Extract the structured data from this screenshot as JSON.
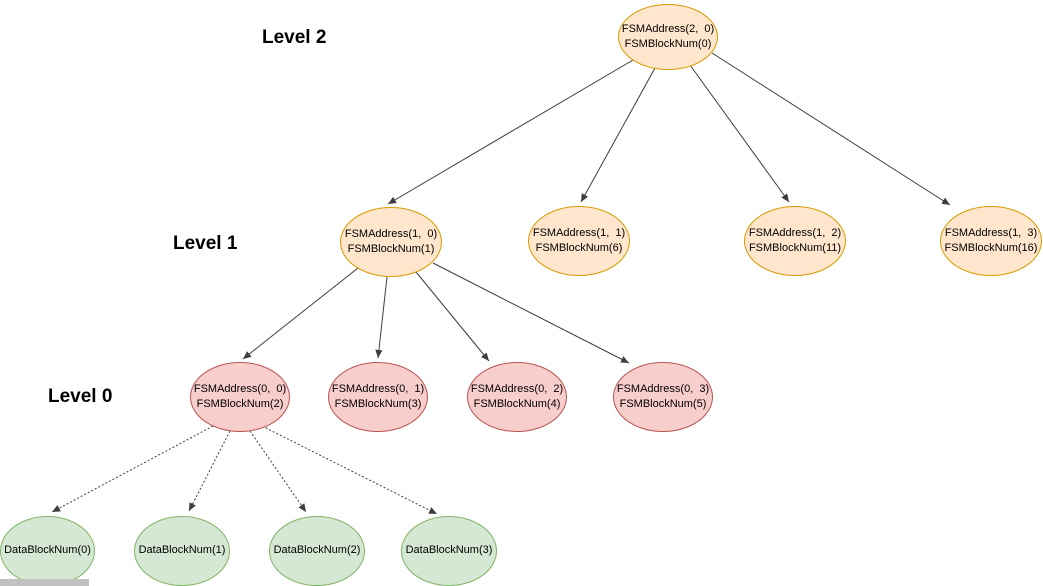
{
  "level_labels": {
    "level2": "Level 2",
    "level1": "Level 1",
    "level0": "Level 0"
  },
  "nodes": {
    "level2": [
      {
        "line1": "FSMAddress(2,  0)",
        "line2": "FSMBlockNum(0)"
      }
    ],
    "level1": [
      {
        "line1": "FSMAddress(1,  0)",
        "line2": "FSMBlockNum(1)"
      },
      {
        "line1": "FSMAddress(1,  1)",
        "line2": "FSMBlockNum(6)"
      },
      {
        "line1": "FSMAddress(1,  2)",
        "line2": "FSMBlockNum(11)"
      },
      {
        "line1": "FSMAddress(1,  3)",
        "line2": "FSMBlockNum(16)"
      }
    ],
    "level0": [
      {
        "line1": "FSMAddress(0,  0)",
        "line2": "FSMBlockNum(2)"
      },
      {
        "line1": "FSMAddress(0,  1)",
        "line2": "FSMBlockNum(3)"
      },
      {
        "line1": "FSMAddress(0,  2)",
        "line2": "FSMBlockNum(4)"
      },
      {
        "line1": "FSMAddress(0,  3)",
        "line2": "FSMBlockNum(5)"
      }
    ],
    "data_blocks": [
      {
        "label": "DataBlockNum(0)"
      },
      {
        "label": "DataBlockNum(1)"
      },
      {
        "label": "DataBlockNum(2)"
      },
      {
        "label": "DataBlockNum(3)"
      }
    ]
  },
  "colors": {
    "fsm_upper_fill": "#FFE6CC",
    "fsm_upper_stroke": "#D79B00",
    "fsm_leaf_fill": "#F8CECC",
    "fsm_leaf_stroke": "#B85450",
    "data_block_fill": "#D5E8D4",
    "data_block_stroke": "#82B366",
    "edge": "#3d3d3d",
    "background": "#ffffff"
  },
  "edge_styles": {
    "fsm_links": "solid",
    "data_links": "dashed"
  }
}
